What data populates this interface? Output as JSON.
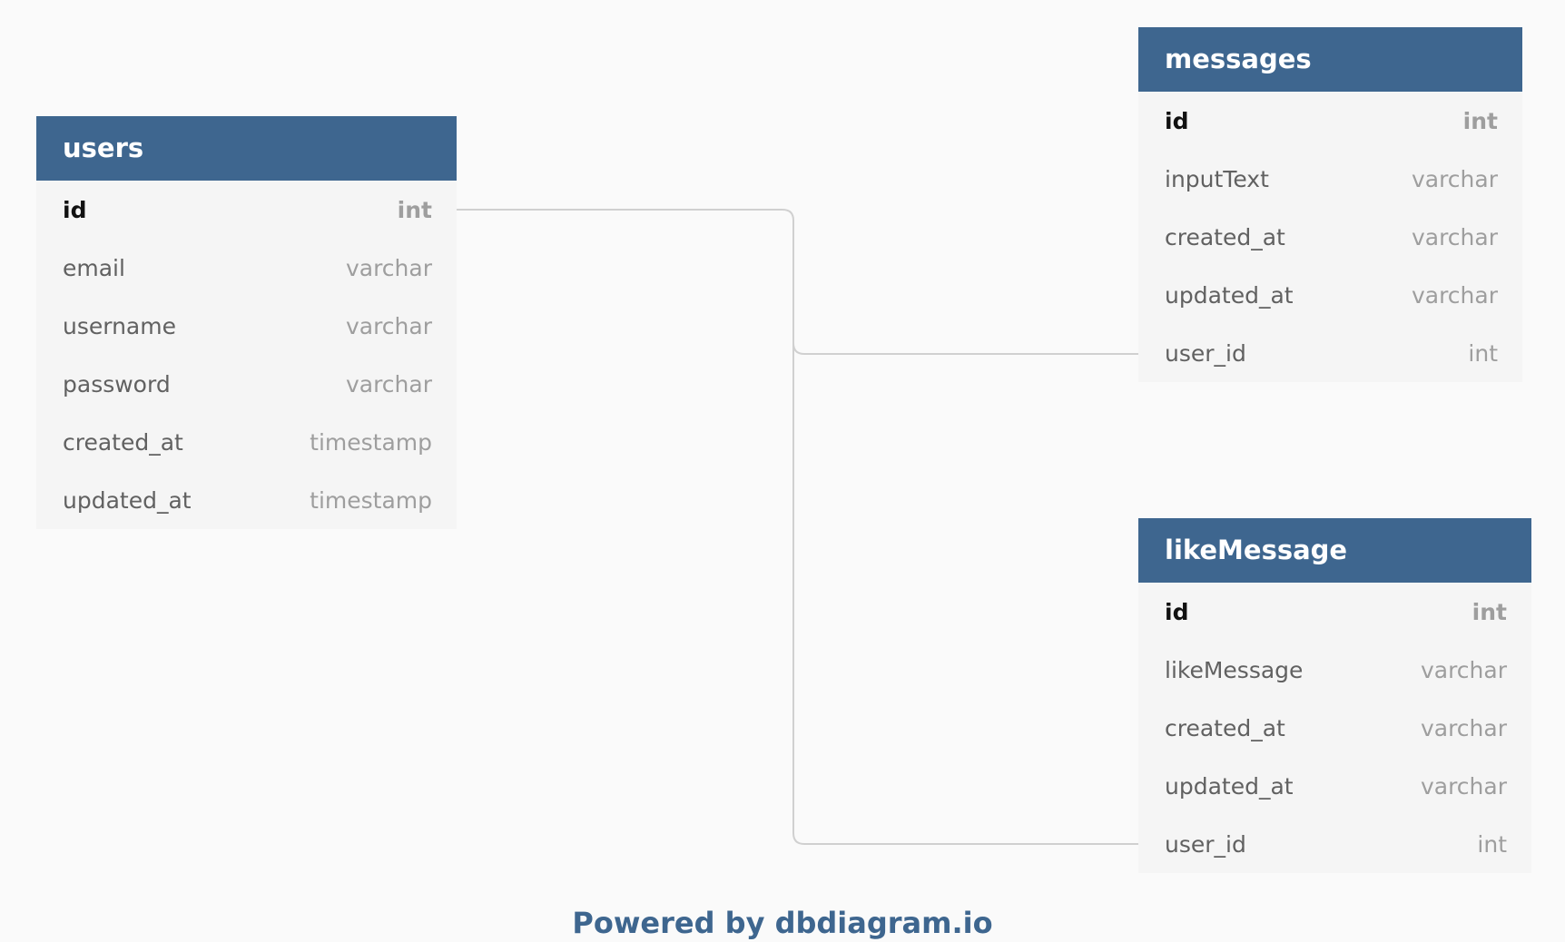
{
  "tables": {
    "users": {
      "name": "users",
      "columns": [
        {
          "name": "id",
          "type": "int",
          "pk": true
        },
        {
          "name": "email",
          "type": "varchar"
        },
        {
          "name": "username",
          "type": "varchar"
        },
        {
          "name": "password",
          "type": "varchar"
        },
        {
          "name": "created_at",
          "type": "timestamp"
        },
        {
          "name": "updated_at",
          "type": "timestamp"
        }
      ]
    },
    "messages": {
      "name": "messages",
      "columns": [
        {
          "name": "id",
          "type": "int",
          "pk": true
        },
        {
          "name": "inputText",
          "type": "varchar"
        },
        {
          "name": "created_at",
          "type": "varchar"
        },
        {
          "name": "updated_at",
          "type": "varchar"
        },
        {
          "name": "user_id",
          "type": "int"
        }
      ]
    },
    "likeMessage": {
      "name": "likeMessage",
      "columns": [
        {
          "name": "id",
          "type": "int",
          "pk": true
        },
        {
          "name": "likeMessage",
          "type": "varchar"
        },
        {
          "name": "created_at",
          "type": "varchar"
        },
        {
          "name": "updated_at",
          "type": "varchar"
        },
        {
          "name": "user_id",
          "type": "int"
        }
      ]
    }
  },
  "relationships": [
    {
      "from": "users.id",
      "to": "messages.user_id"
    },
    {
      "from": "users.id",
      "to": "likeMessage.user_id"
    }
  ],
  "footer": {
    "text": "Powered by dbdiagram.io"
  },
  "colors": {
    "header": "#3e668f",
    "table_body": "#f5f5f5",
    "background": "#fafafa",
    "connector": "#d0d0d0"
  }
}
